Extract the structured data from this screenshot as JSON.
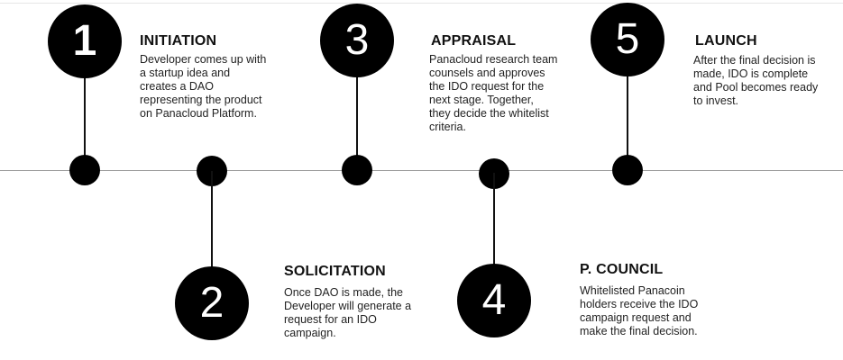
{
  "steps": [
    {
      "number": "1",
      "title": "INITIATION",
      "description": "Developer comes up with\na startup idea and\ncreates a DAO\nrepresenting the product\non Panacloud Platform."
    },
    {
      "number": "2",
      "title": "SOLICITATION",
      "description": "Once DAO is made, the\nDeveloper will generate a\nrequest for an IDO\ncampaign."
    },
    {
      "number": "3",
      "title": "APPRAISAL",
      "description": "Panacloud research team\ncounsels and approves\nthe IDO request for the\nnext stage. Together,\nthey decide the whitelist\ncriteria."
    },
    {
      "number": "4",
      "title": "P. COUNCIL",
      "description": "Whitelisted Panacoin\nholders receive the IDO\ncampaign request and\nmake the final decision."
    },
    {
      "number": "5",
      "title": "LAUNCH",
      "description": "After the final decision is\nmade, IDO is complete\nand Pool becomes ready\nto invest."
    }
  ]
}
